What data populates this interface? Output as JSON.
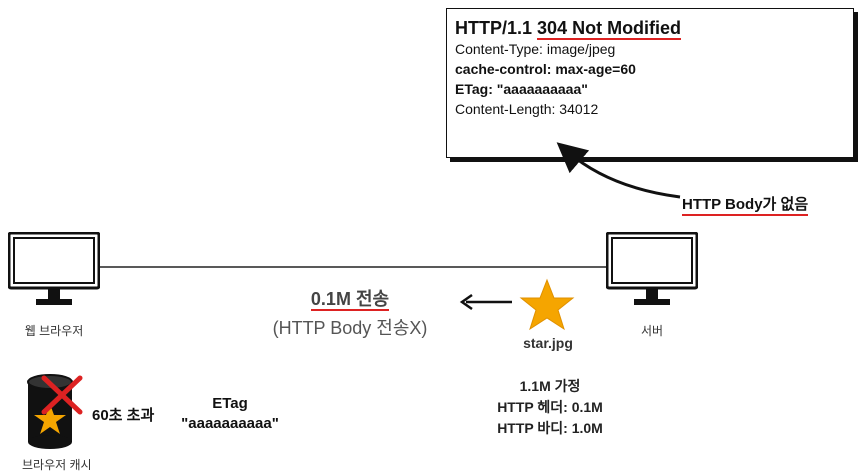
{
  "response": {
    "status_prefix": "HTTP/1.1",
    "status_code_text": "304 Not Modified",
    "headers": [
      {
        "text": "Content-Type: image/jpeg",
        "bold": false
      },
      {
        "text": "cache-control: max-age=60",
        "bold": true
      },
      {
        "text": "ETag: \"aaaaaaaaaa\"",
        "bold": true
      },
      {
        "text": "Content-Length: 34012",
        "bold": false
      }
    ]
  },
  "annotation": {
    "no_body": "HTTP Body가 없음"
  },
  "client": {
    "label": "웹 브라우저",
    "cache_label": "브라우저 캐시"
  },
  "server": {
    "label": "서버",
    "file_name": "star.jpg",
    "size_lines": [
      "1.1M 가정",
      "HTTP 헤더: 0.1M",
      "HTTP 바디: 1.0M"
    ]
  },
  "transfer": {
    "amount": "0.1M 전송",
    "detail": "(HTTP Body 전송X)"
  },
  "cache": {
    "expired": "60초 초과",
    "etag_label": "ETag",
    "etag_value": "\"aaaaaaaaaa\""
  },
  "colors": {
    "accent_red": "#dd2222",
    "star_fill": "#f5a500",
    "monitor": "#111111"
  }
}
